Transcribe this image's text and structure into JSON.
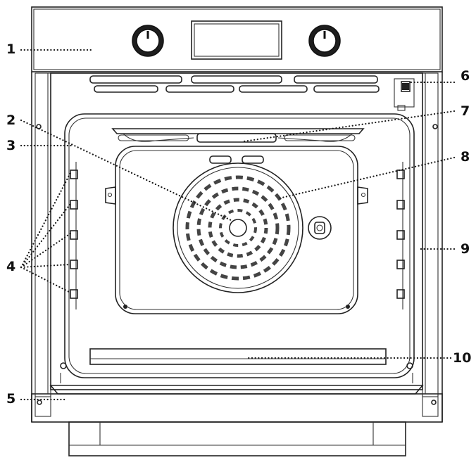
{
  "figure": {
    "subject": "oven-front-view",
    "callouts": [
      {
        "id": "c1",
        "label": "1"
      },
      {
        "id": "c2",
        "label": "2"
      },
      {
        "id": "c3",
        "label": "3"
      },
      {
        "id": "c4",
        "label": "4"
      },
      {
        "id": "c5",
        "label": "5"
      },
      {
        "id": "c6",
        "label": "6"
      },
      {
        "id": "c7",
        "label": "7"
      },
      {
        "id": "c8",
        "label": "8"
      },
      {
        "id": "c9",
        "label": "9"
      },
      {
        "id": "c10",
        "label": "10"
      }
    ],
    "colors": {
      "line": "#222222",
      "background": "#ffffff",
      "knob": "#1e1e1e"
    }
  }
}
